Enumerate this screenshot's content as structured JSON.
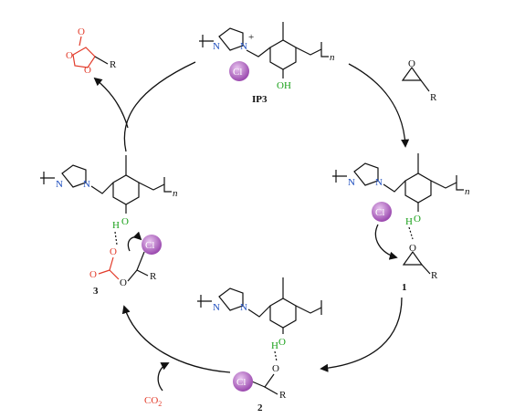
{
  "labels": {
    "ip3": "IP3",
    "c1": "1",
    "c2": "2",
    "c3": "3",
    "n": "n",
    "co2": "CO",
    "co2_sub": "2",
    "cl_ion": "Cl",
    "cl": "Cl",
    "oh": "OH",
    "o": "O",
    "h": "H",
    "n_atom": "N",
    "r": "R"
  },
  "colors": {
    "nitrogen": "#1f4fbf",
    "oxygen_carbonate": "#e23b2a",
    "hydrogen_bond": "#1aa11a",
    "chloride_sphere": "#b86ac9"
  }
}
